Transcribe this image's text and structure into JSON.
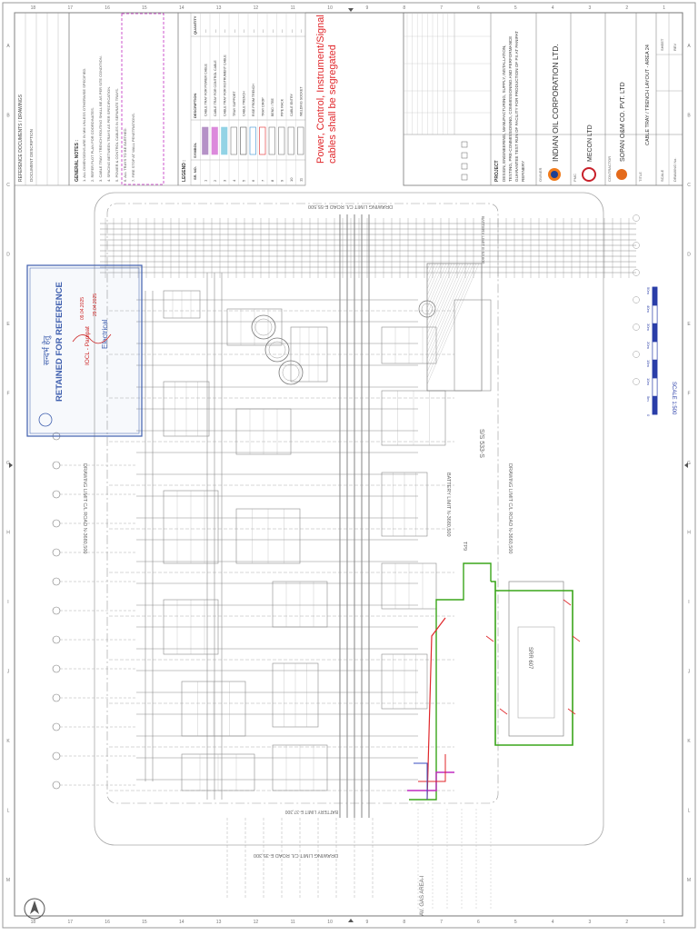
{
  "sheet": {
    "grid_numbers": [
      "18",
      "17",
      "16",
      "15",
      "14",
      "13",
      "12",
      "11",
      "10",
      "9",
      "8",
      "7",
      "6",
      "5",
      "4",
      "3",
      "2",
      "1"
    ],
    "grid_letters": [
      "A",
      "B",
      "C",
      "D",
      "E",
      "F",
      "G",
      "H",
      "I",
      "J",
      "K",
      "L",
      "M"
    ]
  },
  "top_panel": {
    "reference_header": "REFERENCE DOCUMENTS / DRAWINGS",
    "reference_col2": "DOCUMENT DESCRIPTION",
    "general_notes_title": "GENERAL NOTES :",
    "general_notes": [
      "1. ALL DIMENSIONS ARE IN MM UNLESS OTHERWISE SPECIFIED.",
      "2. REFER PLOT PLAN FOR COORDINATES.",
      "3. CABLE TRAY / TRENCH ROUTING SHALL BE AS PER SITE CONDITION.",
      "4. SPACING BETWEEN TRAYS AS PER SPECIFICATION.",
      "5. POWER & CONTROL CABLES IN SEPARATE TRAYS.",
      "6. ALL TRAYS TO BE EARTHED.",
      "7. FIRE STOP AT WALL PENETRATIONS."
    ],
    "legend_title": "LEGEND :",
    "legend_headers": [
      "SR. NO.",
      "SYMBOL",
      "DESCRIPTION",
      "QUANTITY"
    ],
    "legend_rows": [
      {
        "no": "1",
        "desc": "CABLE TRAY FOR POWER CABLE",
        "qty": "—"
      },
      {
        "no": "2",
        "desc": "CABLE TRAY FOR CONTROL CABLE",
        "qty": "—"
      },
      {
        "no": "3",
        "desc": "CABLE TRAY FOR INSTRUMENT CABLE",
        "qty": "—"
      },
      {
        "no": "4",
        "desc": "TRAY SUPPORT",
        "qty": "—"
      },
      {
        "no": "5",
        "desc": "CABLE TRENCH",
        "qty": "—"
      },
      {
        "no": "6",
        "desc": "RISE FROM TRENCH",
        "qty": "—"
      },
      {
        "no": "7",
        "desc": "TRAY DROP",
        "qty": "—"
      },
      {
        "no": "8",
        "desc": "BEND / TEE",
        "qty": "—"
      },
      {
        "no": "9",
        "desc": "PIPE RACK",
        "qty": "—"
      },
      {
        "no": "10",
        "desc": "CABLE ENTRY",
        "qty": "—"
      },
      {
        "no": "11",
        "desc": "WELDING SOCKET",
        "qty": "—"
      }
    ],
    "note_red": "Power, Control, Instrument/Signal cables shall be segregated"
  },
  "stamp": {
    "hindi": "सन्दर्भ हेतु",
    "line1": "RETAINED FOR REFERENCE",
    "line2": "IOCL - Panipat",
    "line3": "Electrical",
    "dates": [
      "09.04.2025",
      "29.04.2025"
    ]
  },
  "title_block": {
    "project_label": "PROJECT",
    "project_desc": "DESIGN, ENGINEERING, MANUFACTURING, SUPPLY, INSTALLATION, TESTING, PRE-COMMISSIONING, COMMISSIONING AND PERFORMANCE GUARANTEE TEST RUN OF FACILITY FOR PRODUCTION OF PX AT PANIPAT REFINERY",
    "owner_label": "OWNER",
    "owner": "INDIAN OIL CORPORATION LTD.",
    "pmc_label": "PMC",
    "pmc": "MECON LTD",
    "contractor_label": "CONTRACTOR",
    "contractor": "SOPAN O&M CO. PVT. LTD",
    "title_label": "TITLE",
    "title": "CABLE TRAY / TRENCH LAYOUT - AREA 24",
    "scale_label": "SCALE",
    "scale_value": "1:500",
    "drawing_no_label": "DRAWING No.",
    "sheet_label": "SHEET",
    "rev_label": "REV"
  },
  "drawing": {
    "road_top": "DRAWING LIMIT C/L ROAD E-55,500",
    "road_bottom": "DRAWING LIMIT C/L ROAD E-35,300",
    "battery_top": "BATTERY LIMIT E-53,600",
    "battery_bottom": "BATTERY LIMIT E-37,300",
    "battery_left": "BATTERY LIMIT N-3680,500",
    "road_left": "DRAWING LIMIT C/L ROAD N-3660,500",
    "road_left2": "DRAWING LIMIT C/L ROAD N-3680,500",
    "ss": "S/S 533-S",
    "srr": "SRR 607",
    "tp": "TP9",
    "av_gas": "AV. GAS AREA-I",
    "scale_caption": "SCALE 1:500",
    "scale_ticks": [
      "0",
      "5m",
      "10m",
      "15m",
      "20m",
      "30m",
      "40m",
      "50m"
    ]
  },
  "colors": {
    "line": "#8a8a8a",
    "dark": "#555555",
    "red": "#e0262a",
    "magenta": "#c02bc0",
    "green": "#3aa51a",
    "blue_stamp": "#3f5fae",
    "scale_blue": "#2a3ea8"
  }
}
